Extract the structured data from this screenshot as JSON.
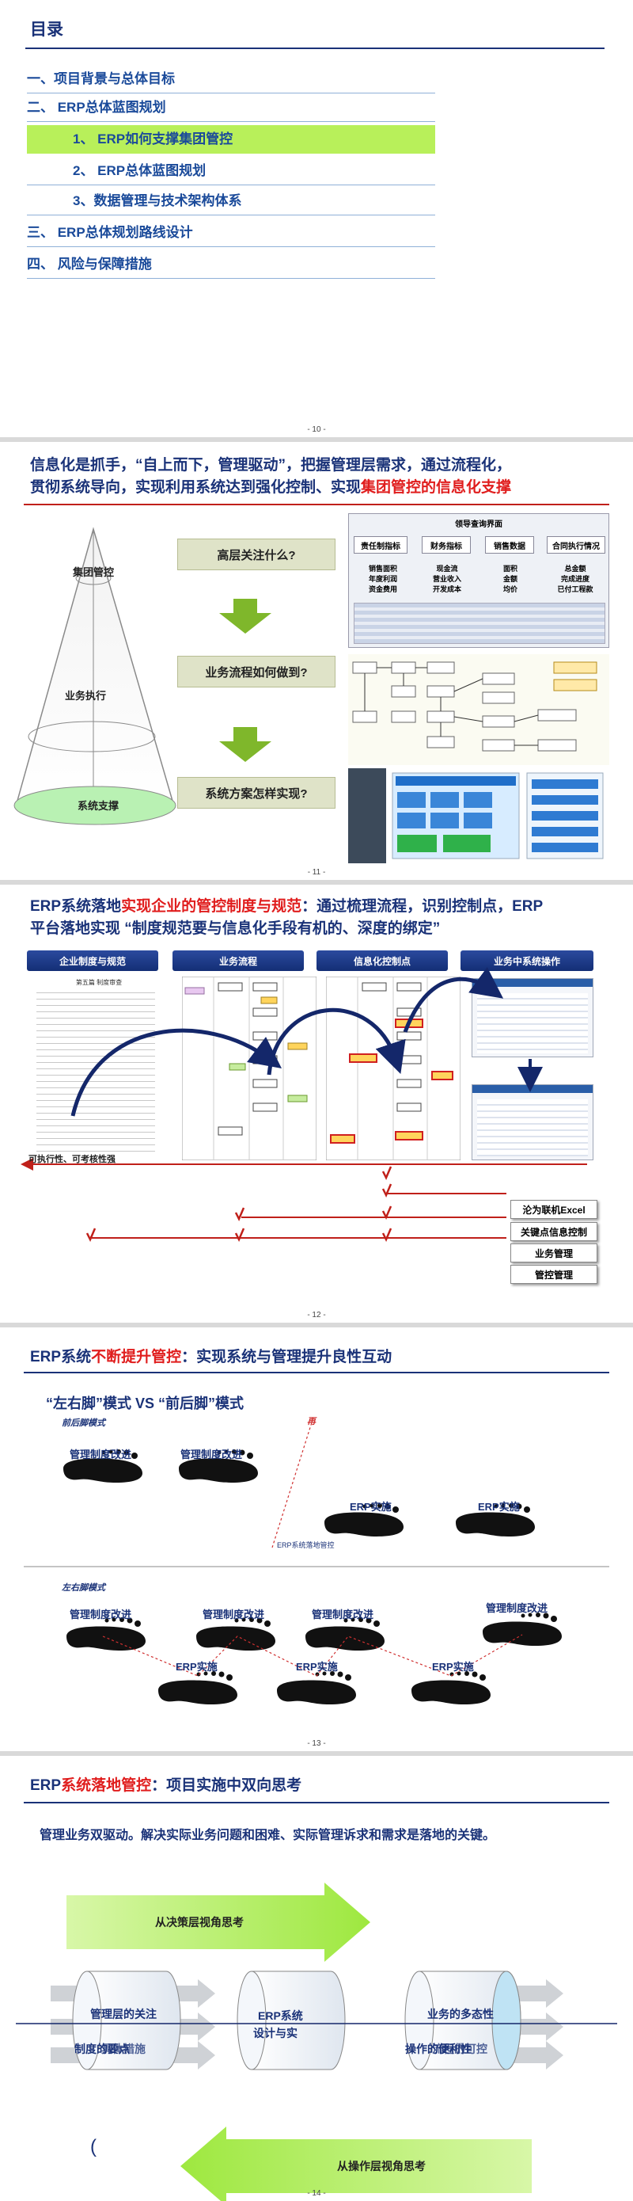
{
  "slide10": {
    "title": "目录",
    "items": [
      "一、项目背景与总体目标",
      "二、  ERP总体蓝图规划",
      "1、 ERP如何支撑集团管控",
      "2、 ERP总体蓝图规划",
      "3、数据管理与技术架构体系",
      "三、  ERP总体规划路线设计",
      "四、  风险与保障措施"
    ],
    "page": "- 10 -"
  },
  "slide11": {
    "title_line1": "信息化是抓手，“自上而下，管理驱动”，把握管理层需求，通过流程化，",
    "title_line2_a": "贯彻系统导向，实现利用系统达到强化控制、实现",
    "title_line2_red": "集团管控的信息化支撑",
    "cone_labels": [
      "集团管控",
      "业务执行",
      "系统支撑"
    ],
    "questions": [
      "高层关注什么?",
      "业务流程如何做到?",
      "系统方案怎样实现?"
    ],
    "screen_title": "领导查询界面",
    "screen_tabs": [
      "责任制指标",
      "财务指标",
      "销售数据",
      "合同执行情况"
    ],
    "screen_groups": [
      "销售面积\n年度利润\n资金费用",
      "现金流\n营业收入\n开发成本",
      "面积\n金额\n均价",
      "总金额\n完成进度\n已付工程款"
    ],
    "page": "- 11 -"
  },
  "slide12": {
    "title_line1_a": "ERP系统落地",
    "title_line1_red": "实现企业的管控制度与规范",
    "title_line1_b": "：通过梳理流程，识别控制点，ERP",
    "title_line2": "平台落地实现 “制度规范要与信息化手段有机的、深度的绑定”",
    "tabs": [
      "企业制度与规范",
      "业务流程",
      "信息化控制点",
      "业务中系统操作"
    ],
    "doc_heading": "第五篇  制度审查",
    "axis_label": "可执行性、可考核性强",
    "levels": [
      "沦为联机Excel",
      "关键点信息控制",
      "业务管理",
      "管控管理"
    ],
    "page": "- 12 -"
  },
  "slide13": {
    "title_a": "ERP系统",
    "title_red": "不断提升管控",
    "title_b": "：实现系统与管理提升良性互动",
    "subtitle": "“左右脚”模式 VS “前后脚”模式",
    "section1": "前后脚模式",
    "section2": "左右脚模式",
    "marker": "再",
    "upper_labels": [
      "管理制度改进",
      "管理制度改进",
      "ERP实施",
      "ERP实施"
    ],
    "upper_small": "ERP系统落地管控",
    "lower_mgmt": [
      "管理制度改进",
      "管理制度改进",
      "管理制度改进",
      "管理制度改进"
    ],
    "lower_erp": [
      "ERP实施",
      "ERP实施",
      "ERP实施"
    ],
    "page": "- 13 -"
  },
  "slide14": {
    "title_a": "ERP",
    "title_red": "系统落地管控",
    "title_b": "：项目实施中双向思考",
    "lead": "管理业务双驱动。解决实际业务问题和困难、实际管理诉求和需求是落地的关键。",
    "top_arrow": "从决策层视角思考",
    "bottom_arrow": "从操作层视角思考",
    "left_texts": [
      "管理层的关注",
      "制度的要点"
    ],
    "left_overlap": "具体措施",
    "center_text": [
      "ERP系统",
      "设计与实"
    ],
    "right_texts": [
      "业务的多态性",
      "操作的便利性"
    ],
    "right_overlap": "流程的可控",
    "stray": "(",
    "page": "- 14 -"
  },
  "colors": {
    "navy": "#1a3278",
    "red": "#e01d1d",
    "lime": "#b8f05a",
    "green_arrow": "#7fb72b"
  }
}
